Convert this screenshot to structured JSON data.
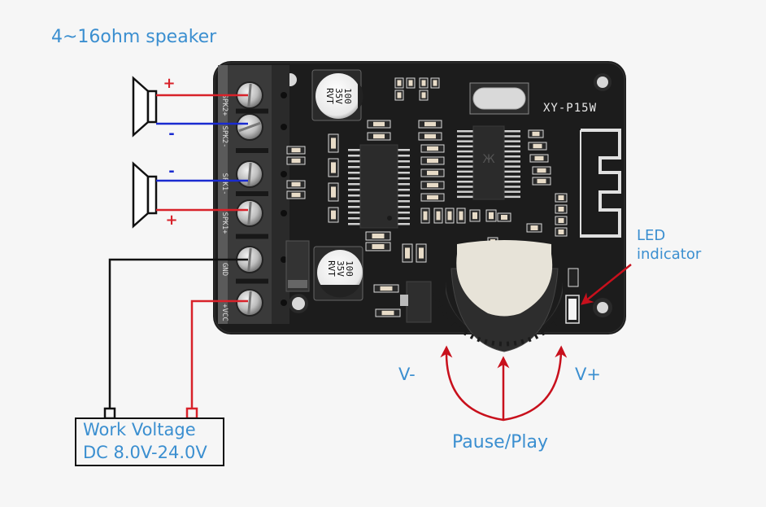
{
  "diagram": {
    "title": "4~16ohm speaker",
    "board_model": "XY-P15W",
    "capacitor_markings": [
      "100",
      "35V",
      "RVT"
    ],
    "terminal_labels": [
      "SPK2+",
      "SPK2-",
      "SPK1-",
      "SPK1+",
      "GND",
      "+VCC"
    ],
    "speakers": [
      {
        "name": "speaker-2",
        "top_polarity": "+",
        "bottom_polarity": "-"
      },
      {
        "name": "speaker-1",
        "top_polarity": "-",
        "bottom_polarity": "+"
      }
    ],
    "power": {
      "line1": "Work Voltage",
      "line2": "DC 8.0V-24.0V"
    },
    "led_label": {
      "line1": "LED",
      "line2": "indicator"
    },
    "knob_labels": {
      "left": "V-",
      "right": "V+",
      "bottom": "Pause/Play"
    },
    "colors": {
      "label_blue": "#3b8fd0",
      "wire_red": "#d8222a",
      "wire_blue": "#1a2bd0",
      "wire_black": "#111111",
      "pcb": "#1c1c1c"
    }
  }
}
